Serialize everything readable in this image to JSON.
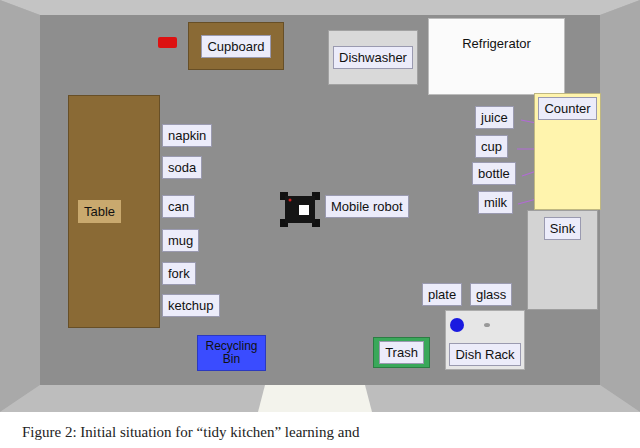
{
  "diagram": {
    "caption": "Figure 2: Initial situation for “tidy kitchen” learning and",
    "nodes": [
      {
        "text": [
          "Cupboard"
        ]
      },
      {
        "text": [
          "Dishwasher"
        ]
      },
      {
        "text": [
          "Refrigerator"
        ]
      },
      {
        "text": [
          "Counter"
        ]
      },
      {
        "text": [
          "Table"
        ]
      },
      {
        "text": [
          "napkin"
        ]
      },
      {
        "text": [
          "juice"
        ]
      },
      {
        "text": [
          "cup"
        ]
      },
      {
        "text": [
          "soda"
        ]
      },
      {
        "text": [
          "bottle"
        ]
      },
      {
        "text": [
          "Mobile robot"
        ]
      },
      {
        "text": [
          "can"
        ]
      },
      {
        "text": [
          "milk"
        ]
      },
      {
        "text": [
          "Sink"
        ]
      },
      {
        "text": [
          "mug"
        ]
      },
      {
        "text": [
          "fork"
        ]
      },
      {
        "text": [
          "plate"
        ]
      },
      {
        "text": [
          "glass"
        ]
      },
      {
        "text": [
          "ketchup"
        ]
      },
      {
        "text": [
          "Dish Rack"
        ]
      },
      {
        "text": [
          "Recycling Bin"
        ]
      },
      {
        "text": [
          "Trash"
        ]
      }
    ]
  }
}
